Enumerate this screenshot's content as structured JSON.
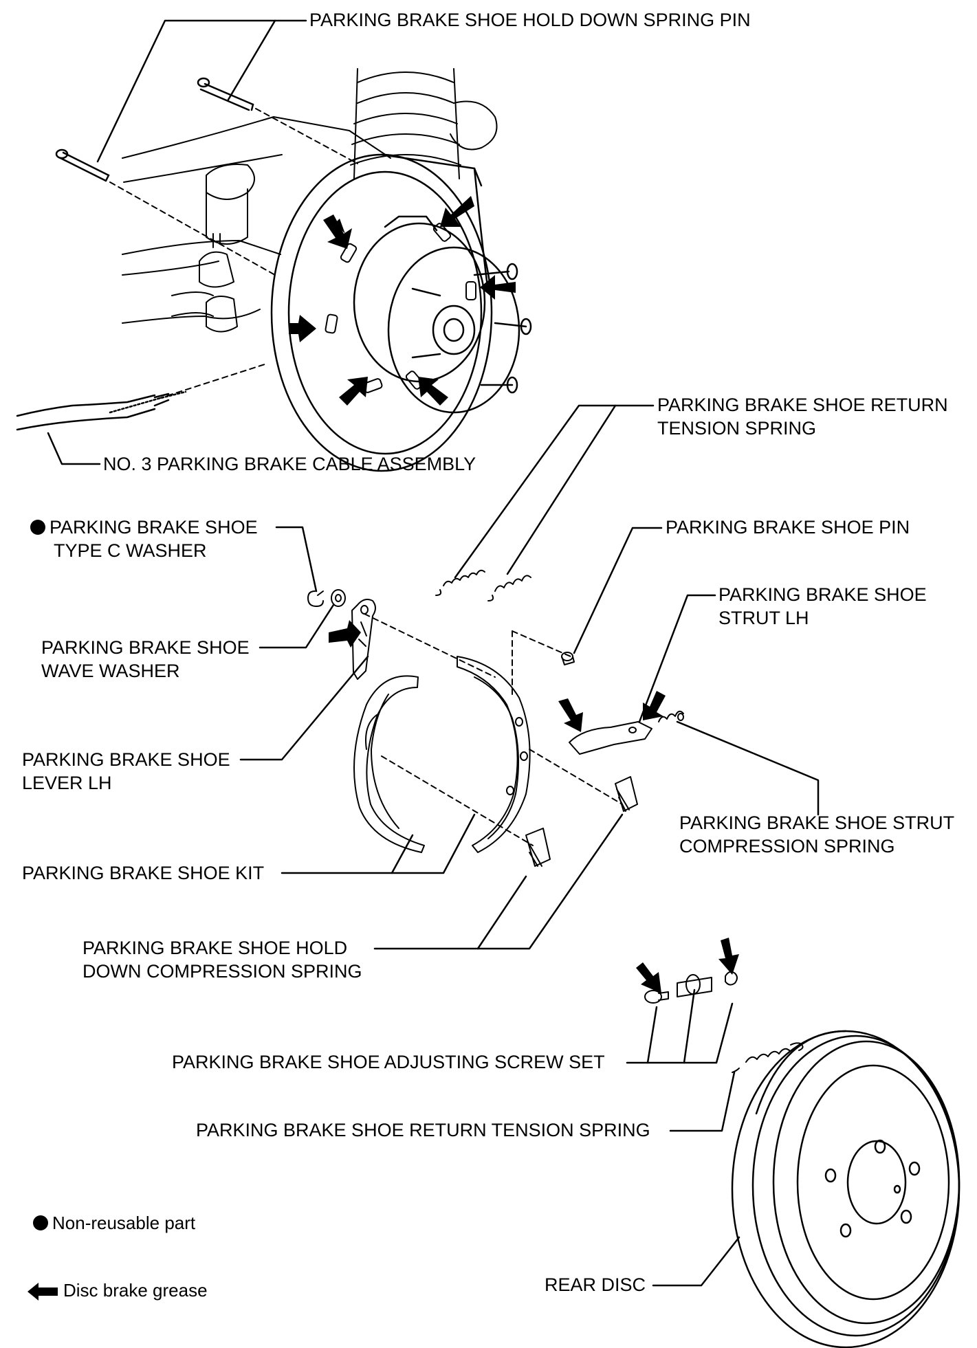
{
  "labels": {
    "hold_down_pin": "PARKING BRAKE SHOE HOLD DOWN SPRING PIN",
    "cable_assembly": "NO. 3 PARKING BRAKE CABLE ASSEMBLY",
    "return_spring_upper_1": "PARKING BRAKE SHOE RETURN",
    "return_spring_upper_2": "TENSION SPRING",
    "type_c_washer_1": "PARKING BRAKE SHOE",
    "type_c_washer_2": "TYPE C WASHER",
    "shoe_pin": "PARKING BRAKE SHOE PIN",
    "strut_lh_1": "PARKING BRAKE SHOE",
    "strut_lh_2": "STRUT LH",
    "wave_washer_1": "PARKING BRAKE SHOE",
    "wave_washer_2": "WAVE WASHER",
    "lever_lh_1": "PARKING BRAKE SHOE",
    "lever_lh_2": "LEVER LH",
    "strut_comp_spring_1": "PARKING BRAKE SHOE STRUT",
    "strut_comp_spring_2": "COMPRESSION SPRING",
    "shoe_kit": "PARKING BRAKE SHOE KIT",
    "hold_down_comp_spring_1": "PARKING BRAKE SHOE HOLD",
    "hold_down_comp_spring_2": "DOWN COMPRESSION SPRING",
    "adjusting_screw_set": "PARKING BRAKE SHOE ADJUSTING SCREW SET",
    "return_spring_lower": "PARKING BRAKE SHOE RETURN TENSION SPRING",
    "rear_disc": "REAR DISC"
  },
  "legend": {
    "non_reusable": "Non-reusable part",
    "grease": "Disc brake grease"
  },
  "icons": {
    "non_reusable": "filled-circle-icon",
    "grease": "left-arrow-icon"
  }
}
